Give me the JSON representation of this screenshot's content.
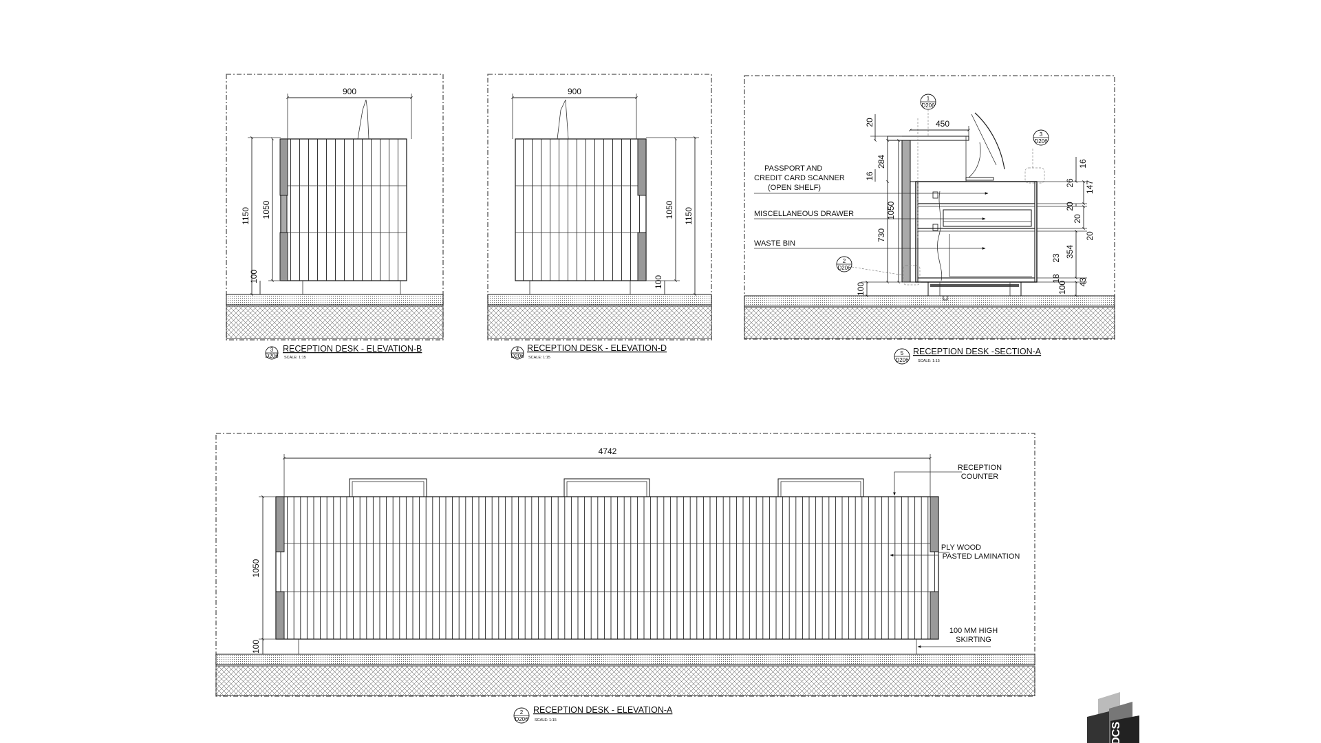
{
  "drawing": {
    "elevation_b": {
      "number": "3",
      "sheet": "D206",
      "title": "RECEPTION DESK - ELEVATION-B",
      "scale": "SCALE:  1:15",
      "dims": {
        "width": "900",
        "total_height": "1150",
        "body_height": "1050",
        "skirting": "100"
      }
    },
    "elevation_d": {
      "number": "4",
      "sheet": "D206",
      "title": "RECEPTION DESK - ELEVATION-D",
      "scale": "SCALE:  1:15",
      "dims": {
        "width": "900",
        "total_height": "1150",
        "body_height": "1050",
        "skirting": "100"
      }
    },
    "section_a": {
      "number": "5",
      "sheet": "D206",
      "title": "RECEPTION DESK -SECTION-A",
      "scale": "SCALE:  1:15",
      "labels": {
        "scanner_1": "PASSPORT AND",
        "scanner_2": "CREDIT CARD SCANNER",
        "scanner_3": "(OPEN SHELF)",
        "drawer": "MISCELLANEOUS DRAWER",
        "bin": "WASTE BIN"
      },
      "callouts": [
        {
          "number": "1",
          "sheet": "D206"
        },
        {
          "number": "3",
          "sheet": "D206"
        },
        {
          "number": "2",
          "sheet": "D206"
        }
      ],
      "dims": {
        "top": "20",
        "depth": "450",
        "upper": "284",
        "ledge": "16",
        "height": "1050",
        "inner": "730",
        "skirting": "100",
        "r16": "16",
        "r26": "26",
        "r147": "147",
        "r20a": "20",
        "r20b": "20",
        "r20c": "20",
        "r354": "354",
        "r23": "23",
        "r18": "18",
        "r100": "100",
        "r43": "43"
      }
    },
    "elevation_a": {
      "number": "2",
      "sheet": "D206",
      "title": "RECEPTION DESK - ELEVATION-A",
      "scale": "SCALE:  1:15",
      "dims": {
        "width": "4742",
        "height": "1050",
        "skirting": "100"
      },
      "labels": {
        "counter_1": "RECEPTION",
        "counter_2": "COUNTER",
        "ply_1": "PLY WOOD",
        "ply_2": "PASTED LAMINATION",
        "skirt_1": "100 MM HIGH",
        "skirt_2": "SKIRTING"
      }
    }
  },
  "logo": {
    "text": "DCS"
  }
}
